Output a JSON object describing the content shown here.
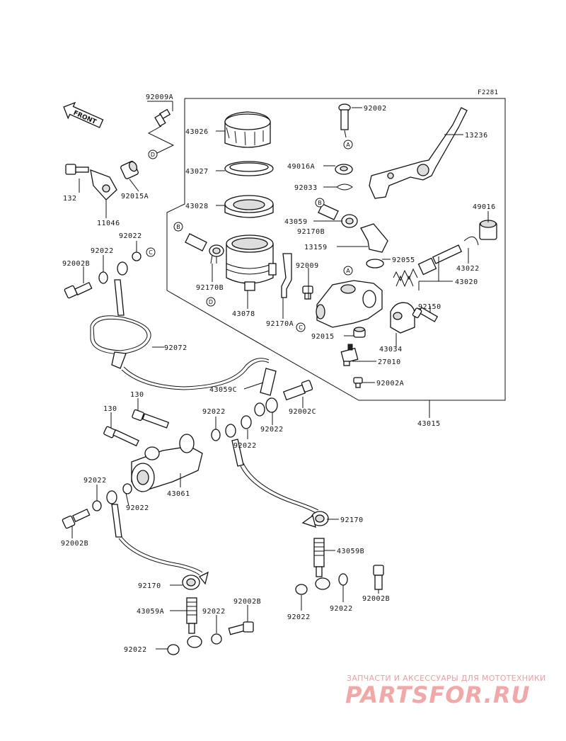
{
  "figure_code": "F2281",
  "front_label": "FRONT",
  "watermark": {
    "tagline": "ЗАПЧАСТИ И АКСЕССУАРЫ ДЛЯ МОТОТЕХНИКИ",
    "brand": "PARTSFOR.RU"
  },
  "callouts": [
    "A",
    "B",
    "C",
    "D"
  ],
  "labels": {
    "p92009A": "92009A",
    "p132": "132",
    "p92015A_top": "92015A",
    "p11046": "11046",
    "p92022_a": "92022",
    "p92022_b": "92022",
    "p92002B_a": "92002B",
    "p92072": "92072",
    "p43026": "43026",
    "p43027": "43027",
    "p43028": "43028",
    "p92170B": "92170B",
    "p43078": "43078",
    "p92009": "92009",
    "p92170A": "92170A",
    "p92002": "92002",
    "p13236": "13236",
    "p49016A": "49016A",
    "p92033": "92033",
    "p43059": "43059",
    "p92170B_2": "92170B",
    "p13159": "13159",
    "p92055": "92055",
    "p49016": "49016",
    "p43022": "43022",
    "p43020": "43020",
    "p92150": "92150",
    "p92015": "92015",
    "p43034": "43034",
    "p27010": "27010",
    "p92002A": "92002A",
    "p43015": "43015",
    "p130_a": "130",
    "p130_b": "130",
    "p43059C": "43059C",
    "p92002C": "92002C",
    "p92022_c": "92022",
    "p92022_d": "92022",
    "p92022_e": "92022",
    "p43061": "43061",
    "p92022_f": "92022",
    "p92022_g": "92022",
    "p92002B_b": "92002B",
    "p92170_a": "92170",
    "p43059B": "43059B",
    "p92022_h": "92022",
    "p92022_i": "92022",
    "p92002B_c": "92002B",
    "p92170_b": "92170",
    "p43059A": "43059A",
    "p92022_j": "92022",
    "p92002B_d": "92002B",
    "p92022_k": "92022"
  }
}
